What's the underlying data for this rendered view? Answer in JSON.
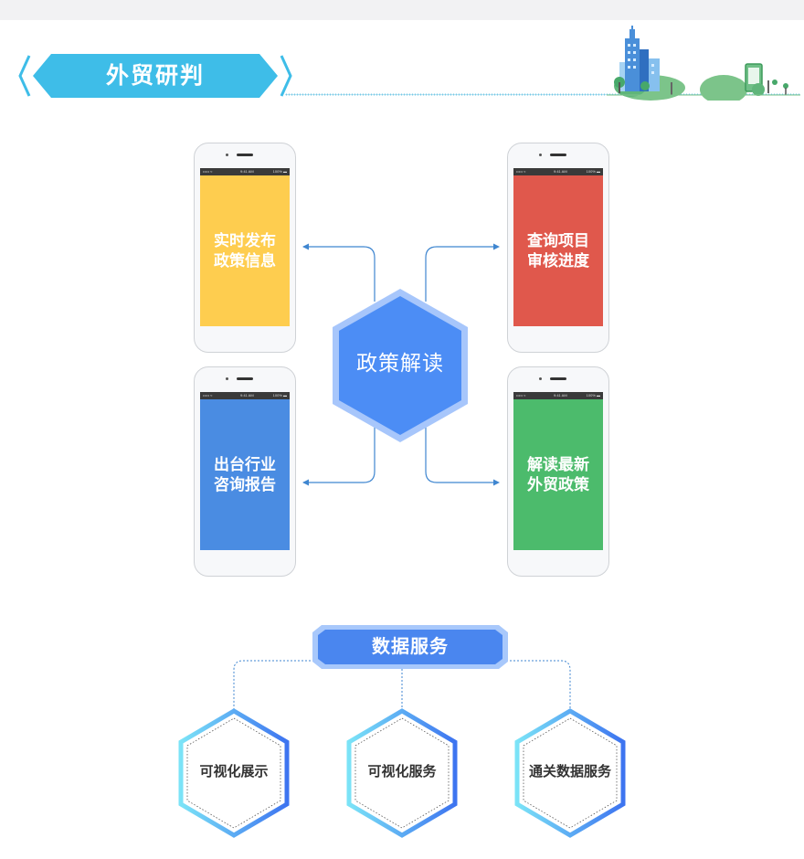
{
  "header": {
    "title": "外贸研判"
  },
  "center": {
    "label": "政策解读"
  },
  "phones": [
    {
      "line1": "实时发布",
      "line2": "政策信息",
      "color": "#fecd4f"
    },
    {
      "line1": "查询项目",
      "line2": "审核进度",
      "color": "#e0584c"
    },
    {
      "line1": "出台行业",
      "line2": "咨询报告",
      "color": "#4a8ce2"
    },
    {
      "line1": "解读最新",
      "line2": "外贸政策",
      "color": "#4cbb6c"
    }
  ],
  "data_services": {
    "title": "数据服务",
    "items": [
      {
        "label": "可视化展示"
      },
      {
        "label": "可视化服务"
      },
      {
        "label": "通关数据服务"
      }
    ]
  },
  "colors": {
    "banner": "#3ebde8",
    "connector": "#3f86d0",
    "hex_center": "#4c8df5",
    "hex_outline": "#3d84f0"
  }
}
